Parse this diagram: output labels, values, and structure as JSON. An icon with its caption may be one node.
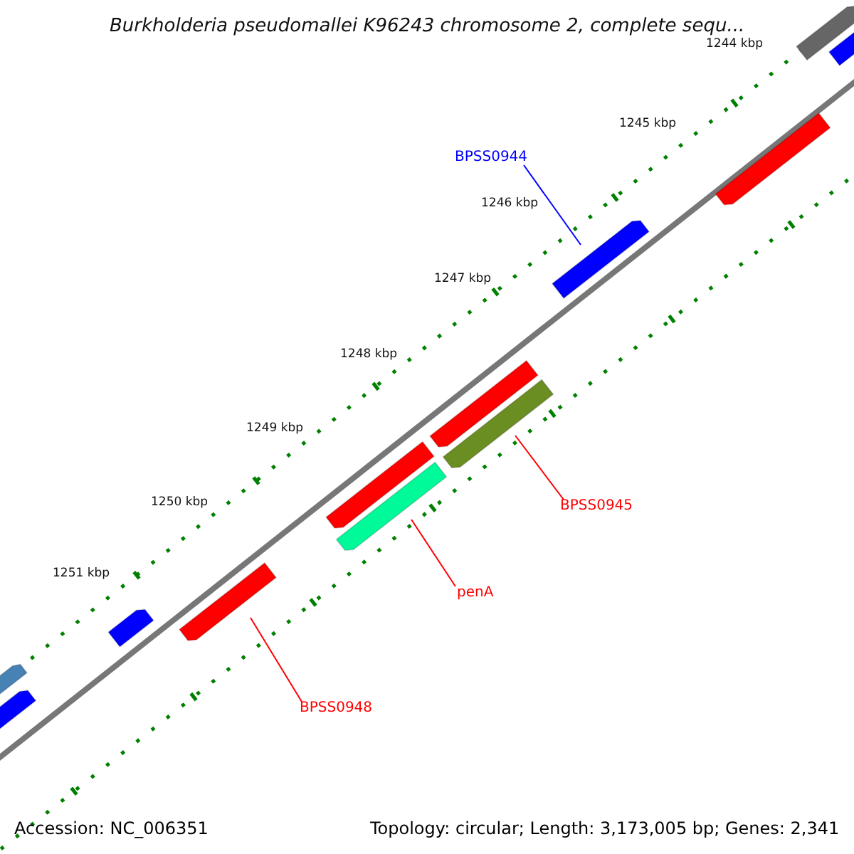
{
  "diagram": {
    "title": "Burkholderia pseudomallei K96243 chromosome 2, complete sequ...",
    "nodes": [
      {
        "text": [
          "BPSS0944"
        ]
      },
      {
        "text": [],
        "shape": "bar"
      },
      {
        "text": [
          "BPSS0945"
        ]
      },
      {
        "text": [],
        "shape": "bar"
      },
      {
        "text": [
          "penA"
        ]
      },
      {
        "text": [],
        "shape": "bar"
      },
      {
        "text": [
          "BPSS0948"
        ]
      },
      {
        "text": [],
        "shape": "bar"
      }
    ],
    "edges": [
      {
        "from": 0,
        "to": 1,
        "arrow": "none",
        "color": "#0000ff"
      },
      {
        "from": 2,
        "to": 3,
        "arrow": "none"
      },
      {
        "from": 4,
        "to": 5,
        "arrow": "none"
      },
      {
        "from": 6,
        "to": 7,
        "arrow": "none"
      }
    ],
    "labels": [
      "1244 kbp",
      "1245 kbp",
      "1246 kbp",
      "1247 kbp",
      "1248 kbp",
      "1249 kbp",
      "1250 kbp",
      "1251 kbp",
      "Accession: NC_006351",
      "Topology: circular; Length: 3,173,005 bp; Genes: 2,341"
    ]
  }
}
